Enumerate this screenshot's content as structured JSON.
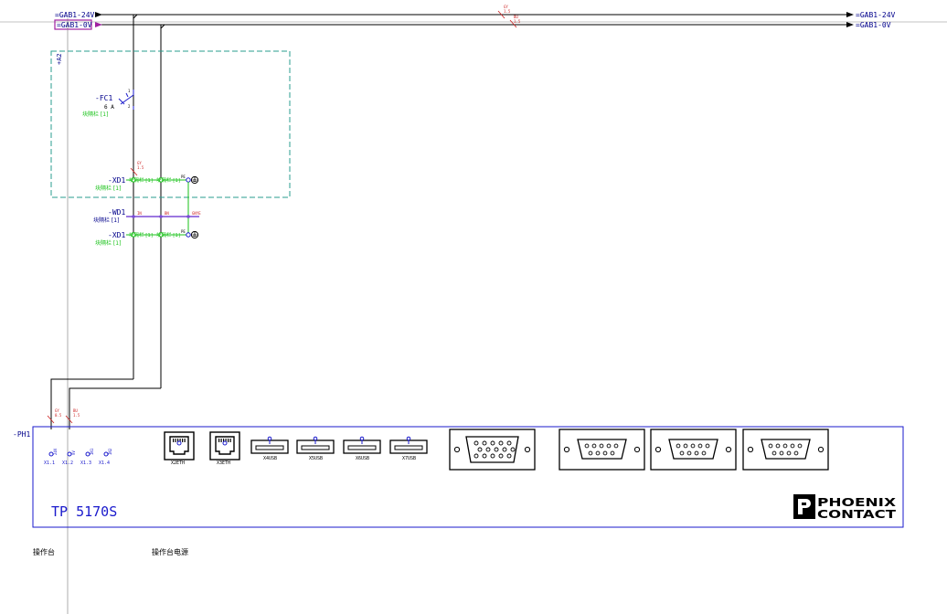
{
  "busbar": {
    "left_24v": "=GAB1-24V",
    "left_0v": "=GAB1-0V",
    "right_24v": "=GAB1-24V",
    "right_0v": "=GAB1-0V",
    "wire_top_24v_color": "GY",
    "wire_top_24v_size": "1.5",
    "wire_top_0v_color": "BU",
    "wire_top_0v_size": "1.5"
  },
  "enclosure": {
    "tag": "+A2"
  },
  "fc1": {
    "tag": "-FC1",
    "rating": "6 A",
    "note": "块隔栏 [1]",
    "pin_top": "1",
    "pin_bottom": "2"
  },
  "wire_gy": {
    "color": "GY",
    "size": "1.5"
  },
  "xd1_top": {
    "tag": "-XD1",
    "note": "块隔栏 [1]",
    "terminal_1": "块隔栏 [1]",
    "terminal_2": "块隔栏 [1]",
    "pe_pin": "PE"
  },
  "wd1": {
    "tag": "-WD1",
    "note": "块隔栏 [1]",
    "pin_1": "IN",
    "pin_2": "BN",
    "pin_3": "GNYE"
  },
  "xd1_bottom": {
    "tag": "-XD1",
    "note": "块隔栏 [1]",
    "terminal_1": "块隔栏 [1]",
    "terminal_2": "块隔栏 [1]",
    "pe_pin": "PE"
  },
  "ph1_wires": {
    "w1_color": "GY",
    "w1_size": "0.5",
    "w2_color": "BU",
    "w2_size": "1.5"
  },
  "panel": {
    "tag": "-PH1",
    "model": "TP  5170S",
    "brand_line1": "PHOENIX",
    "brand_line2": "CONTACT",
    "pins": [
      {
        "label": "X1.1",
        "signal": "24V"
      },
      {
        "label": "X1.2",
        "signal": "0V"
      },
      {
        "label": "X1.3",
        "signal": "IN1"
      },
      {
        "label": "X1.4",
        "signal": "IN2"
      }
    ],
    "eth": [
      "X2ETH",
      "X3ETH"
    ],
    "usb": [
      "X4USB",
      "X5USB",
      "X6USB",
      "X7USB"
    ]
  },
  "footer": {
    "left": "操作台",
    "right": "操作台电源"
  },
  "colors": {
    "wire": "#000000",
    "busbar_label": "#00008b",
    "panel_border": "#1a1acc",
    "terminal_green": "#19c219",
    "wire_note_red": "#cc2222",
    "enclosure_dash": "#2a9d8f",
    "busbar_0v_box": "#a020a0"
  }
}
